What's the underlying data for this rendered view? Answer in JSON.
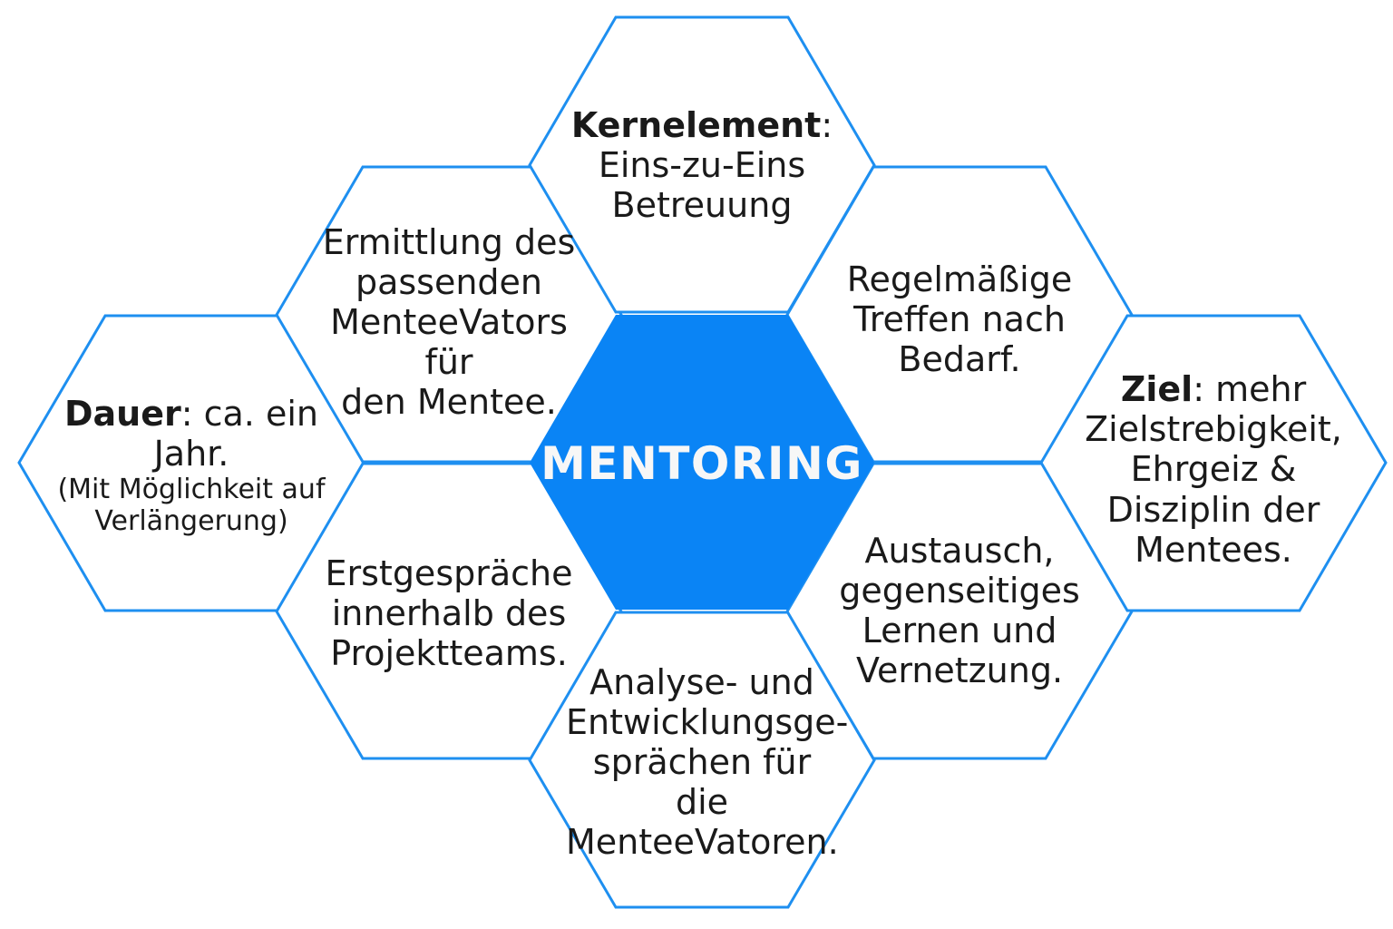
{
  "diagram": {
    "title_center": "MENTORING",
    "colors": {
      "hex_stroke": "#1E8FF0",
      "hex_fill_center": "#0A84F5",
      "center_text": "#F7F7F7",
      "body_text": "#1A1A1A",
      "background": "#FFFFFF"
    },
    "cells": [
      {
        "id": "kernelement",
        "position": "top-center",
        "lead": "Kernelement",
        "lead_suffix": ":",
        "lines": [
          "Eins-zu-Eins",
          "Betreuung"
        ],
        "text": "Kernelement: Eins-zu-Eins Betreuung"
      },
      {
        "id": "ermittlung",
        "position": "upper-left",
        "lines": [
          "Ermittlung des",
          "passenden",
          "MenteeVators für",
          "den Mentee."
        ],
        "text": "Ermittlung des passenden MenteeVators für den Mentee."
      },
      {
        "id": "regelmaessige-treffen",
        "position": "upper-right",
        "lines": [
          "Regelmäßige",
          "Treffen nach",
          "Bedarf."
        ],
        "text": "Regelmäßige Treffen nach Bedarf."
      },
      {
        "id": "dauer",
        "position": "far-left",
        "lead": "Dauer",
        "lead_suffix": ": ca. ein",
        "lines": [
          "Jahr."
        ],
        "note": "(Mit Möglichkeit auf Verlängerung)",
        "text": "Dauer: ca. ein Jahr. (Mit Möglichkeit auf Verlängerung)"
      },
      {
        "id": "ziel",
        "position": "far-right",
        "lead": "Ziel",
        "lead_suffix": ": mehr",
        "lines": [
          "Zielstrebigkeit,",
          "Ehrgeiz &",
          "Disziplin der",
          "Mentees."
        ],
        "text": "Ziel: mehr Zielstrebigkeit, Ehrgeiz & Disziplin der Mentees."
      },
      {
        "id": "erstgespraeche",
        "position": "lower-left",
        "lines": [
          "Erstgespräche",
          "innerhalb des",
          "Projektteams."
        ],
        "text": "Erstgespräche innerhalb des Projektteams."
      },
      {
        "id": "austausch",
        "position": "lower-right",
        "lines": [
          "Austausch,",
          "gegenseitiges",
          "Lernen und",
          "Vernetzung."
        ],
        "text": "Austausch, gegenseitiges Lernen und Vernetzung."
      },
      {
        "id": "analyse",
        "position": "bottom-center",
        "lines": [
          "Analyse- und",
          "Entwicklungsge-",
          "sprächen für die",
          "MenteeVatoren."
        ],
        "text": "Analyse- und Entwicklungsgesprächen für die MenteeVatoren."
      }
    ]
  }
}
